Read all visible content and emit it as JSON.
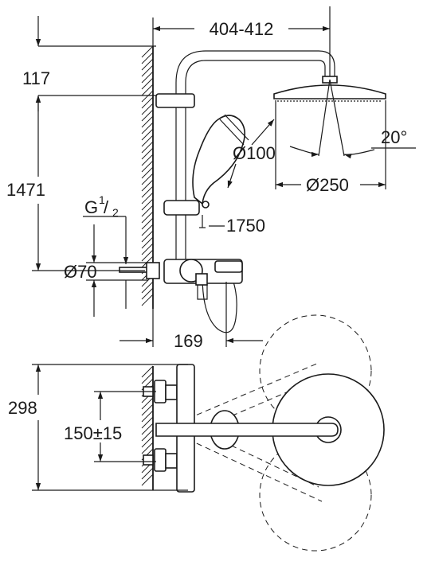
{
  "dimensions": {
    "arm_reach": "404-412",
    "top_offset": "117",
    "height_total": "1471",
    "thread_g": "G",
    "thread_num": "1",
    "thread_den": "2",
    "rosette": "Ø70",
    "hand_shower": "Ø100",
    "head_diameter": "Ø250",
    "tilt_angle": "20°",
    "hose_length": "1750",
    "projection": "169",
    "plan_height": "298",
    "centers": "150±15"
  }
}
